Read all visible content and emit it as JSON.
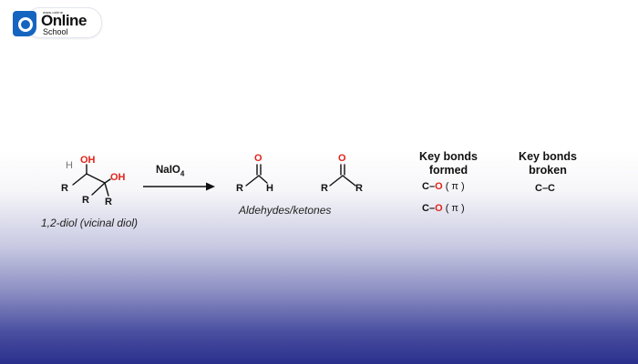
{
  "logo": {
    "tagline": "www.online",
    "word1": "Online",
    "word2": "School"
  },
  "reactant": {
    "H": "H",
    "OH_top": "OH",
    "OH_right": "OH",
    "R_left": "R",
    "R_bottom_left": "R",
    "R_bottom_right": "R",
    "caption": "1,2-diol (vicinal diol)"
  },
  "reagent": {
    "main": "NaIO",
    "subscript": "4"
  },
  "products": {
    "aldehyde": {
      "O": "O",
      "R": "R",
      "H": "H"
    },
    "ketone": {
      "O": "O",
      "R_left": "R",
      "R_right": "R"
    },
    "caption": "Aldehydes/ketones"
  },
  "formed": {
    "header_line1": "Key bonds",
    "header_line2": "formed",
    "bond1": {
      "c": "C–",
      "o": "O",
      "type": "( π )"
    },
    "bond2": {
      "c": "C–",
      "o": "O",
      "type": "( π )"
    }
  },
  "broken": {
    "header_line1": "Key bonds",
    "header_line2": "broken",
    "bond1": "C–C"
  },
  "colors": {
    "oxygen": "#e2231a",
    "brand_blue": "#1565c0",
    "gradient_bottom": "#2a2f8c"
  }
}
